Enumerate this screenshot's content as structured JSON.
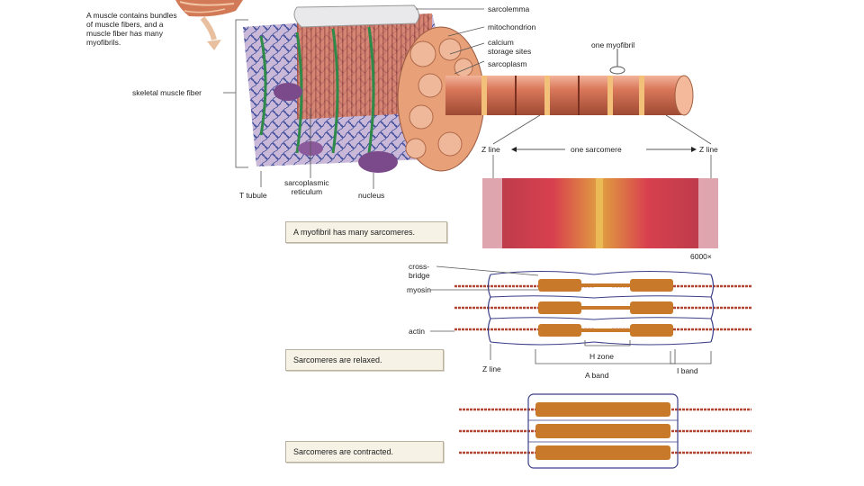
{
  "top_note": "A muscle contains bundles of muscle fibers, and a muscle fiber has many myofibrils.",
  "labels": {
    "sarcolemma": "sarcolemma",
    "mitochondrion": "mitochondrion",
    "calcium_storage": "calcium\nstorage sites",
    "sarcoplasm": "sarcoplasm",
    "one_myofibril": "one myofibril",
    "skeletal_muscle_fiber": "skeletal muscle fiber",
    "t_tubule": "T tubule",
    "sarcoplasmic_reticulum": "sarcoplasmic\nreticulum",
    "nucleus": "nucleus",
    "z_line_left": "Z line",
    "one_sarcomere": "one sarcomere",
    "z_line_right": "Z line",
    "magnification": "6000×",
    "cross_bridge": "cross-\nbridge",
    "myosin": "myosin",
    "actin": "actin",
    "z_line_bottom": "Z line",
    "h_zone": "H zone",
    "a_band": "A band",
    "i_band": "I band"
  },
  "captions": {
    "myofibril": "A myofibril has many sarcomeres.",
    "relaxed": "Sarcomeres are relaxed.",
    "contracted": "Sarcomeres are contracted."
  },
  "colors": {
    "fiber": "#d9775a",
    "filament": "#c87a2a",
    "membrane": "#3c3f8a",
    "actin": "#b04632"
  }
}
